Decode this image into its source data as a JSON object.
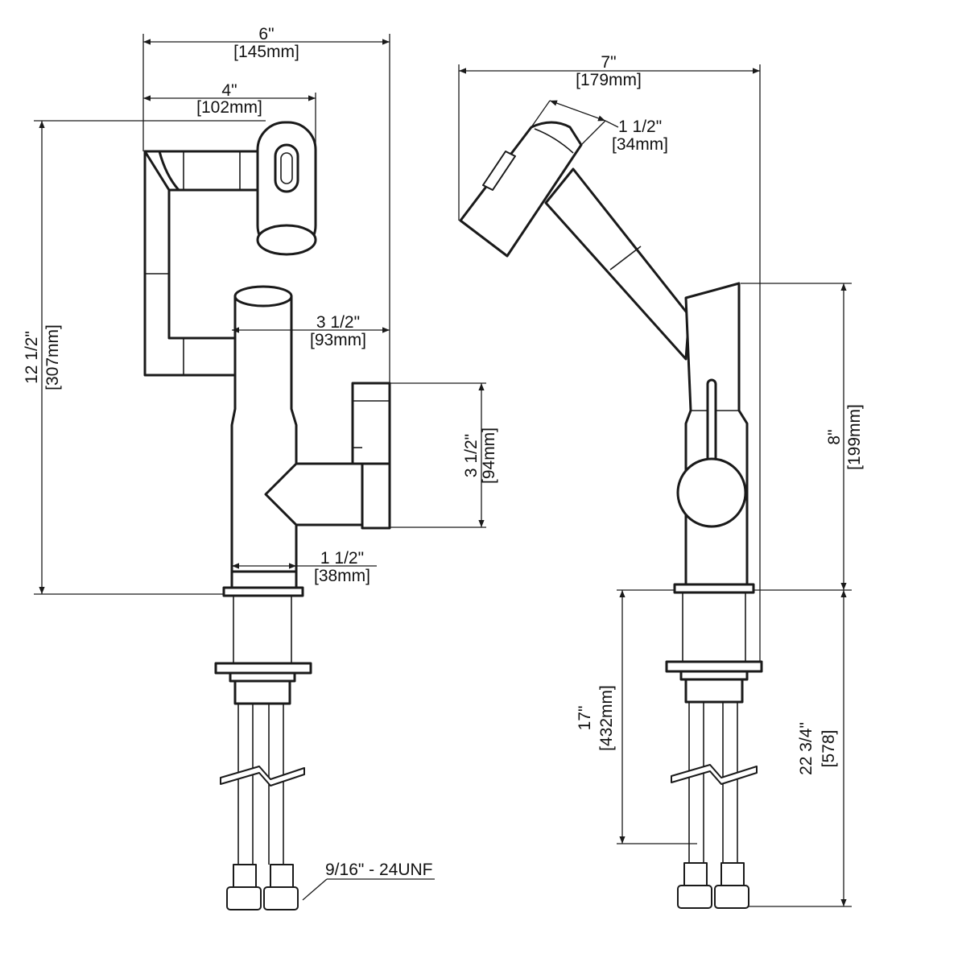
{
  "front_view": {
    "overall_width": {
      "imperial": "6\"",
      "metric": "[145mm]"
    },
    "spout_reach": {
      "imperial": "4\"",
      "metric": "[102mm]"
    },
    "overall_height": {
      "imperial": "12 1/2\"",
      "metric": "[307mm]"
    },
    "body_to_handle": {
      "imperial": "3 1/2\"",
      "metric": "[93mm]"
    },
    "handle_height": {
      "imperial": "3 1/2\"",
      "metric": "[94mm]"
    },
    "base_diameter": {
      "imperial": "1 1/2\"",
      "metric": "[38mm]"
    },
    "connector_thread": "9/16\" - 24UNF"
  },
  "side_view": {
    "overall_width": {
      "imperial": "7\"",
      "metric": "[179mm]"
    },
    "sprayer_width": {
      "imperial": "1 1/2\"",
      "metric": "[34mm]"
    },
    "body_height": {
      "imperial": "8\"",
      "metric": "[199mm]"
    },
    "shank_length": {
      "imperial": "17\"",
      "metric": "[432mm]"
    },
    "hose_length": {
      "imperial": "22 3/4\"",
      "metric": "[578]"
    }
  }
}
